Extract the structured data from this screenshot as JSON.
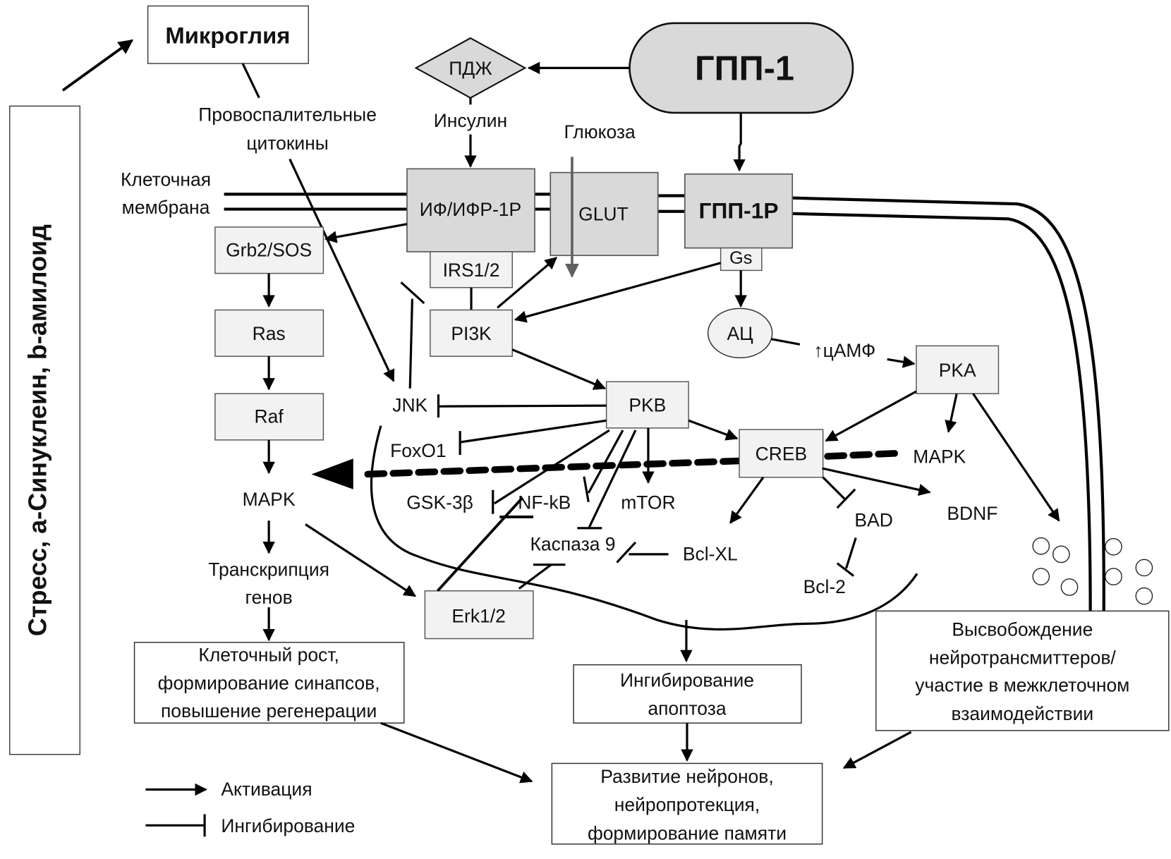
{
  "title": "ГПП-1",
  "colors": {
    "receptor_fill": "#d9d9d9",
    "node_fill": "#f2f2f2",
    "glucose_arrow": "#606060",
    "line": "#000000"
  },
  "side_panel": {
    "label": "Стресс, a-Синуклеин, b-амилоид"
  },
  "top": {
    "microglia": "Микроглия",
    "cytokines_line1": "Провоспалительные",
    "cytokines_line2": "цитокины",
    "pdzh": "ПДЖ",
    "insulin": "Инсулин",
    "glucose": "Глюкоза",
    "glp1": "ГПП-1"
  },
  "membrane": {
    "label_line1": "Клеточная",
    "label_line2": "мембрана",
    "receptors": {
      "if_ifr": "ИФ/ИФР-1Р",
      "glut": "GLUT",
      "glp1r": "ГПП-1Р",
      "irs": "IRS1/2",
      "gs": "Gs"
    }
  },
  "nodes": {
    "grb2": "Grb2/SOS",
    "ras": "Ras",
    "raf": "Raf",
    "mapk_left": "MAPK",
    "transcription_line1": "Транскрипция",
    "transcription_line2": "генов",
    "pi3k": "PI3K",
    "jnk": "JNK",
    "pkb": "PKB",
    "foxo1": "FoxO1",
    "gsk3b": "GSK-3β",
    "nfkb": "NF-kB",
    "mtor": "mTOR",
    "caspase9": "Каспаза 9",
    "bclxl": "Bcl-XL",
    "erk": "Erk1/2",
    "ac": "АЦ",
    "camp": "↑цАМФ",
    "pka": "PKA",
    "creb": "CREB",
    "mapk_right": "MAPK",
    "bad": "BAD",
    "bcl2": "Bcl-2",
    "bdnf": "BDNF"
  },
  "outcomes": {
    "growth": [
      "Клеточный рост,",
      "формирование синапсов,",
      "повышение регенерации"
    ],
    "apoptosis": [
      "Ингибирование",
      "апоптоза"
    ],
    "release": [
      "Высвобождение",
      "нейротрансмиттеров/",
      "участие в межклеточном",
      "взаимодействии"
    ],
    "development": [
      "Развитие нейронов,",
      "нейропротекция,",
      "формирование памяти"
    ]
  },
  "legend": {
    "activation": "Активация",
    "inhibition": "Ингибирование"
  }
}
